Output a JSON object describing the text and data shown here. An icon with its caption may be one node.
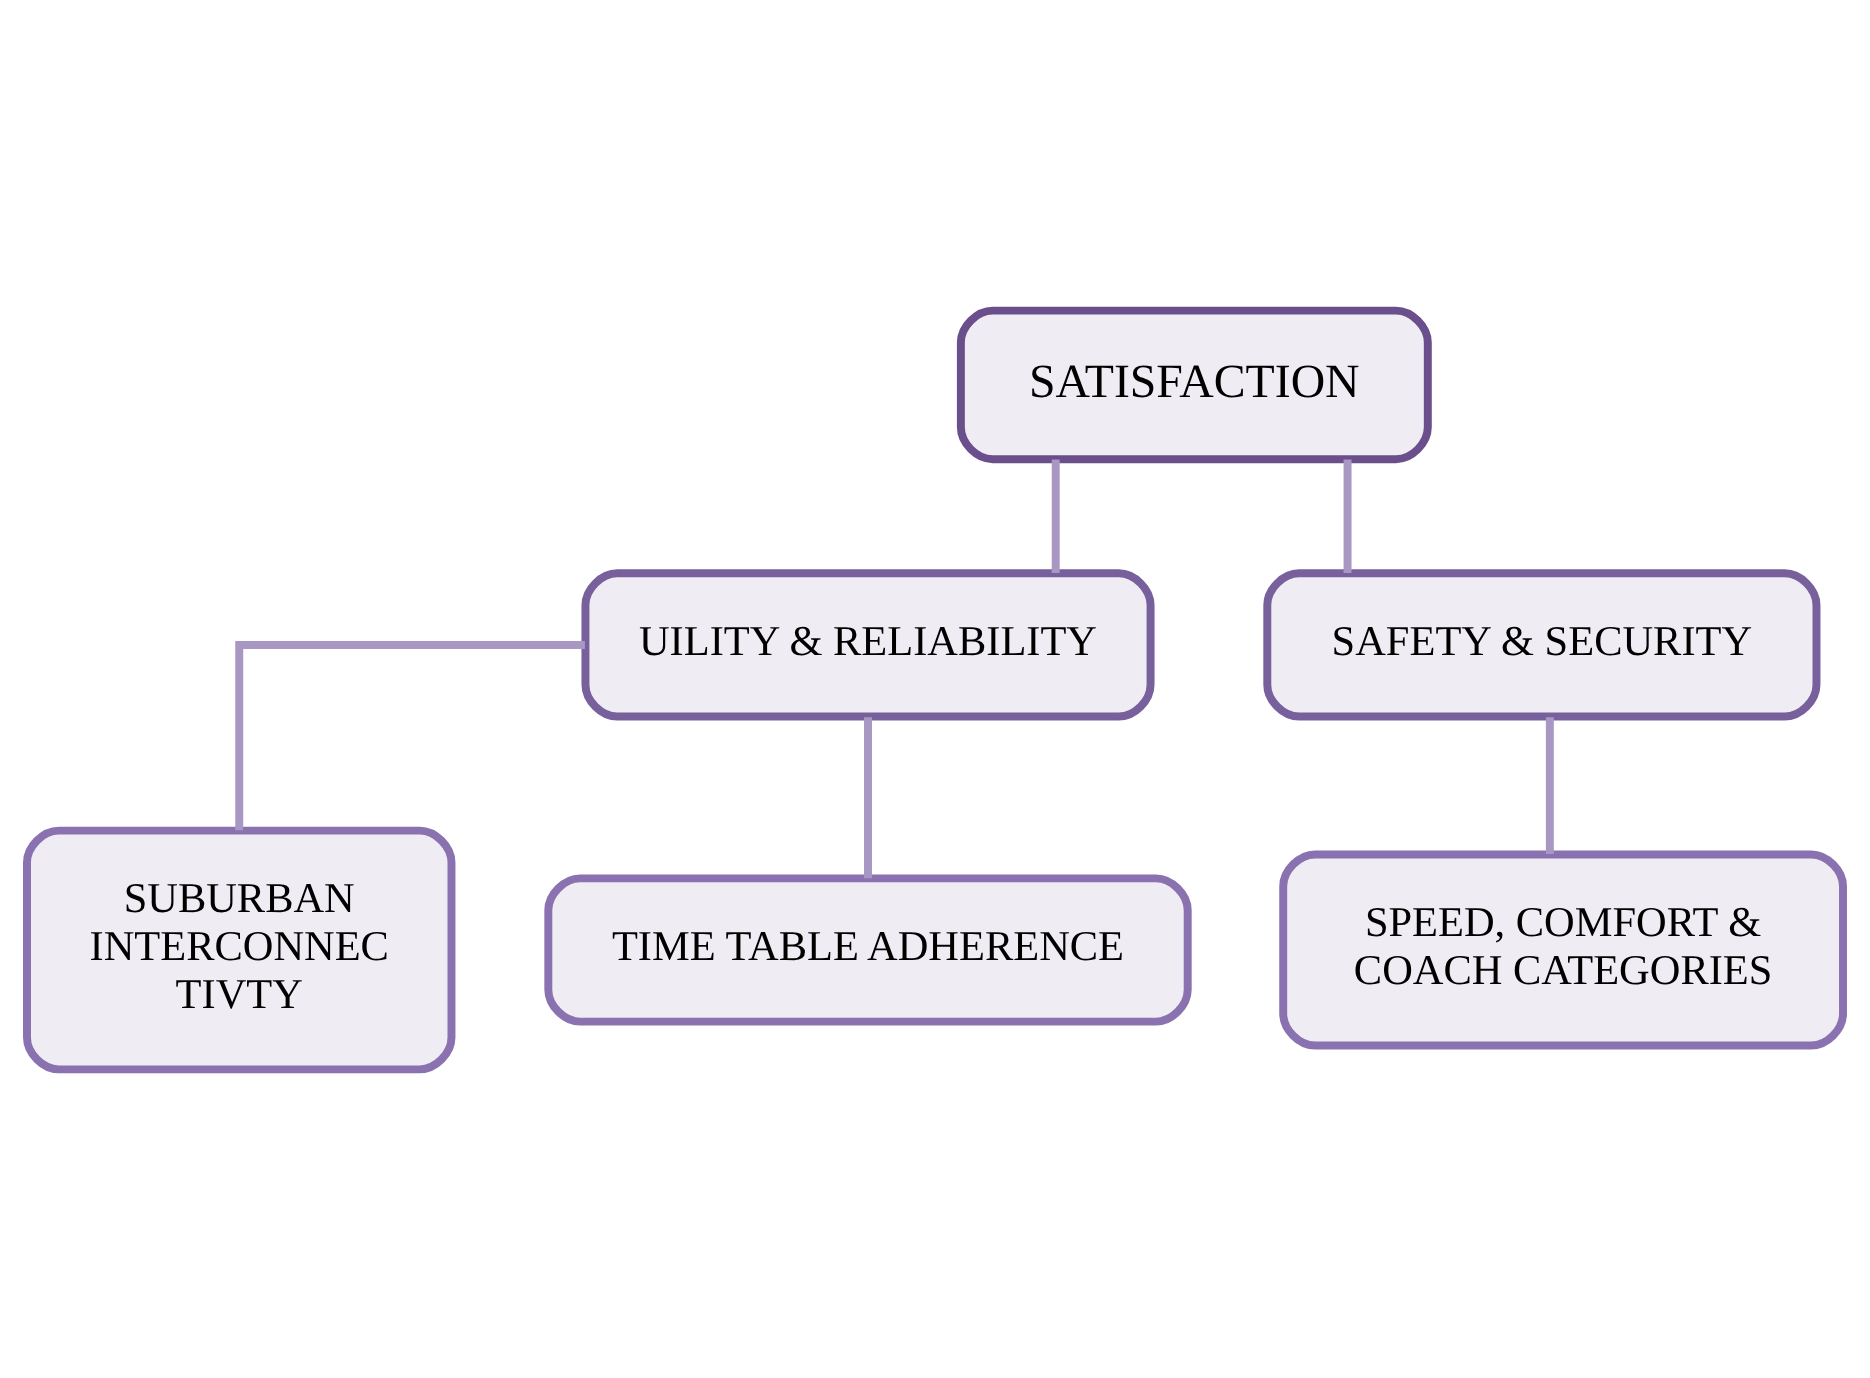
{
  "diagram": {
    "nodes": [
      {
        "text": [
          "SATISFACTION"
        ]
      },
      {
        "text": [
          "UILITY & RELIABILITY"
        ]
      },
      {
        "text": [
          "SAFETY & SECURITY"
        ]
      },
      {
        "text": [
          "SUBURBAN INTERCONNEC TIVTY"
        ]
      },
      {
        "text": [
          "TIME TABLE ADHERENCE"
        ]
      },
      {
        "text": [
          "SPEED, COMFORT & COACH CATEGORIES"
        ]
      }
    ],
    "edges": [
      {
        "from": 0,
        "to": 1,
        "arrow": "none"
      },
      {
        "from": 0,
        "to": 2,
        "arrow": "none"
      },
      {
        "from": 1,
        "to": 3,
        "arrow": "none"
      },
      {
        "from": 1,
        "to": 4,
        "arrow": "none"
      },
      {
        "from": 2,
        "to": 5,
        "arrow": "none"
      }
    ]
  }
}
